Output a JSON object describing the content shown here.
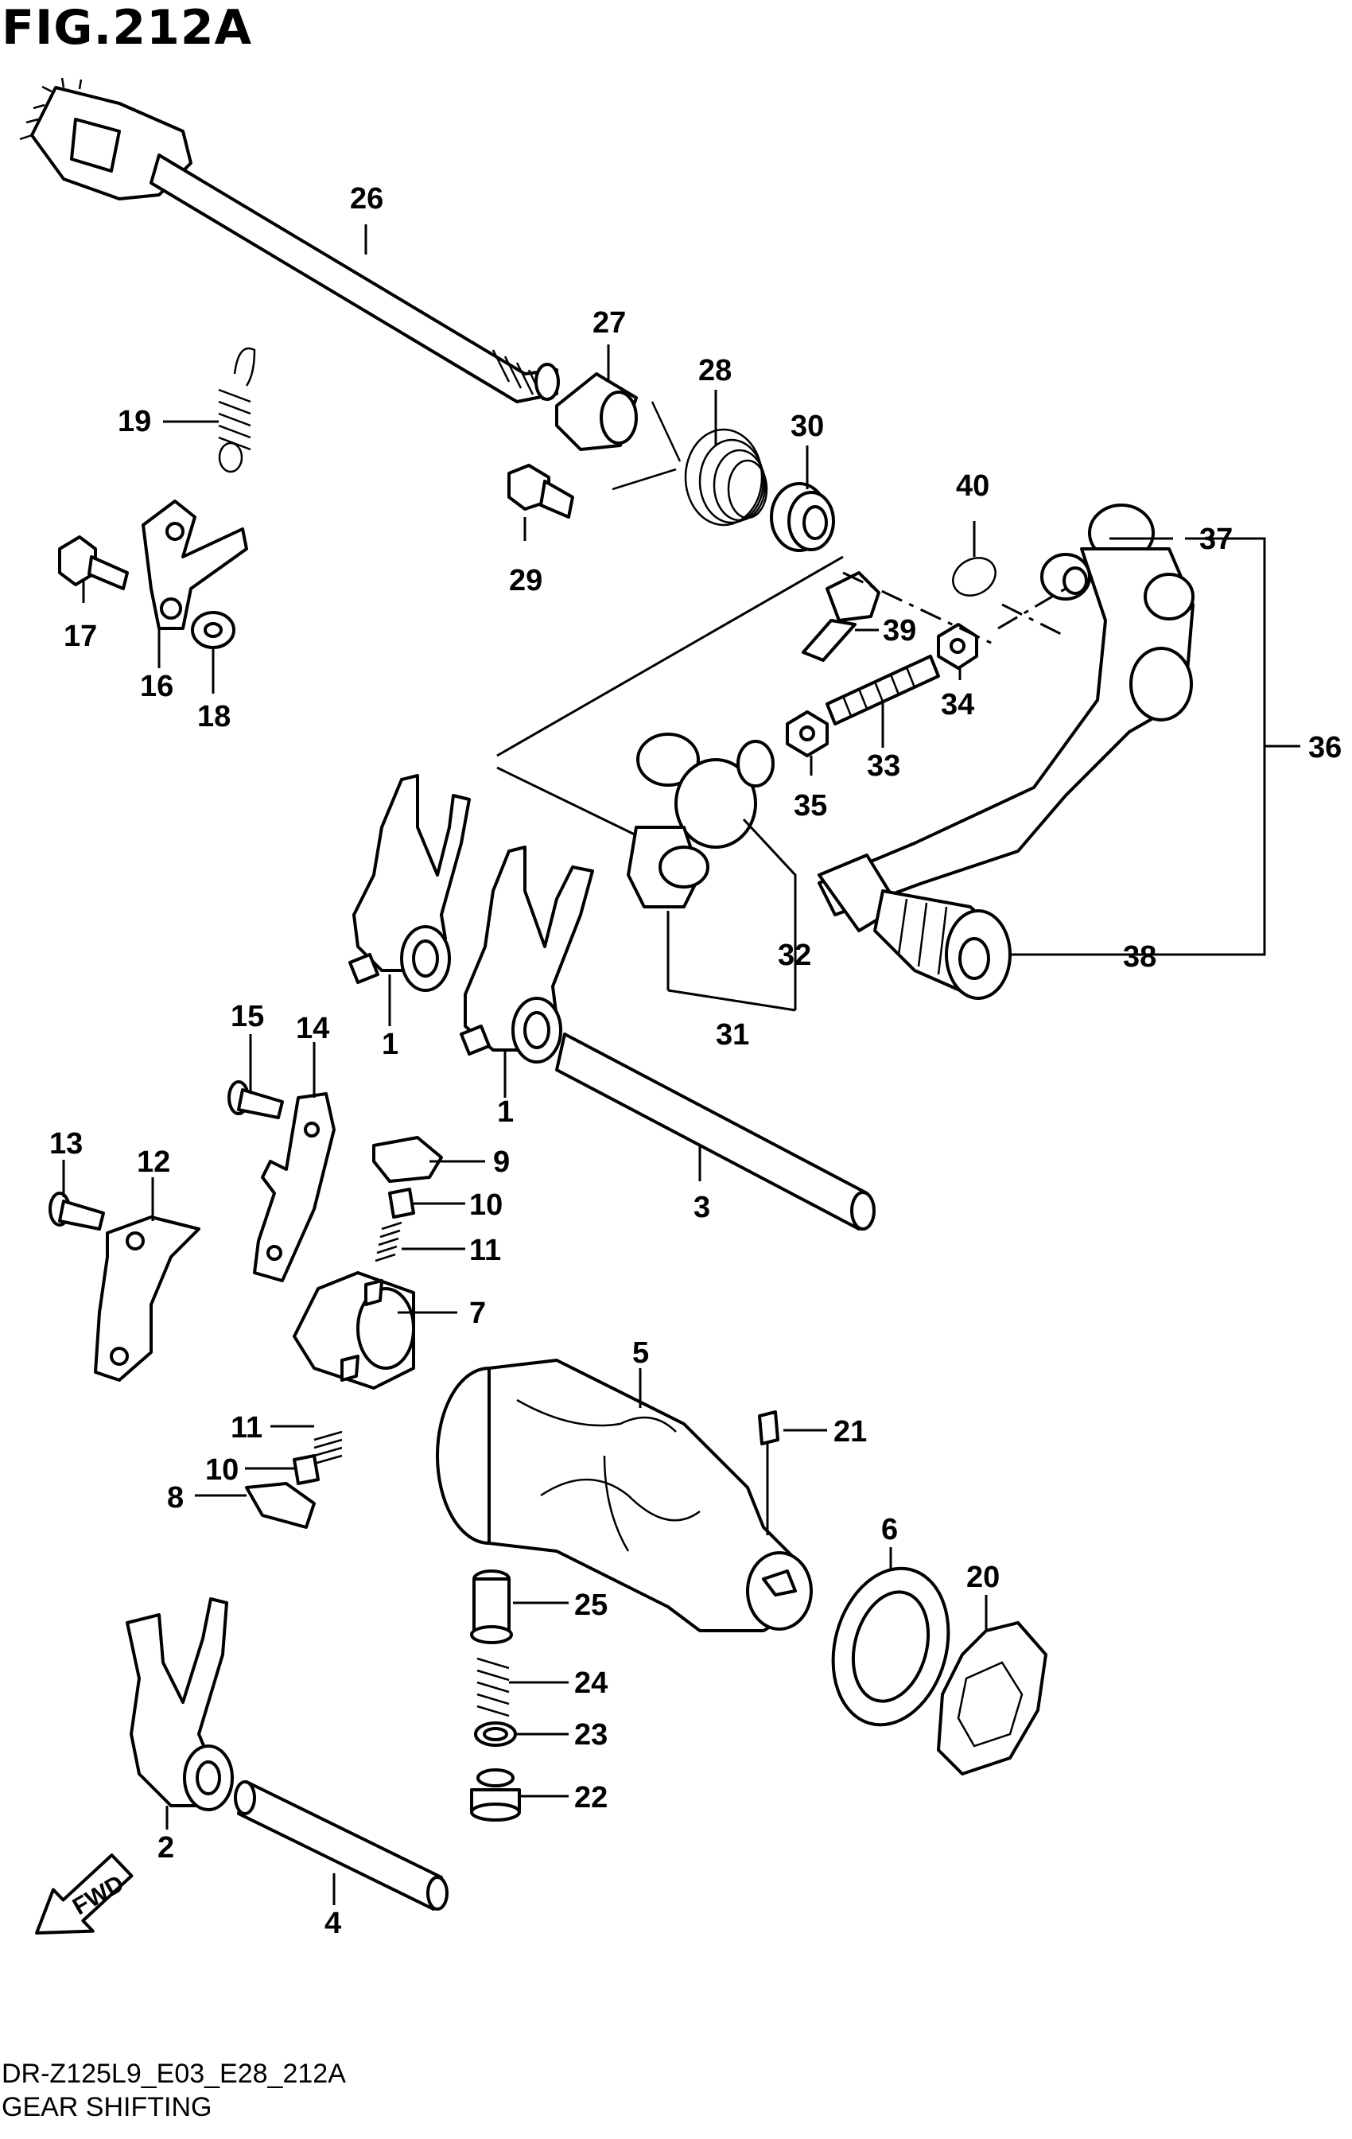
{
  "figure_title": "FIG.212A",
  "model_code": "DR-Z125L9_E03_E28_212A",
  "section_name": "GEAR SHIFTING",
  "fwd_label": "FWD",
  "callouts": [
    "1",
    "1",
    "2",
    "3",
    "4",
    "5",
    "6",
    "7",
    "8",
    "9",
    "10",
    "10",
    "11",
    "11",
    "12",
    "13",
    "14",
    "15",
    "16",
    "17",
    "18",
    "19",
    "20",
    "21",
    "22",
    "23",
    "24",
    "25",
    "26",
    "27",
    "28",
    "29",
    "30",
    "31",
    "32",
    "33",
    "34",
    "35",
    "36",
    "37",
    "38",
    "39",
    "40"
  ]
}
